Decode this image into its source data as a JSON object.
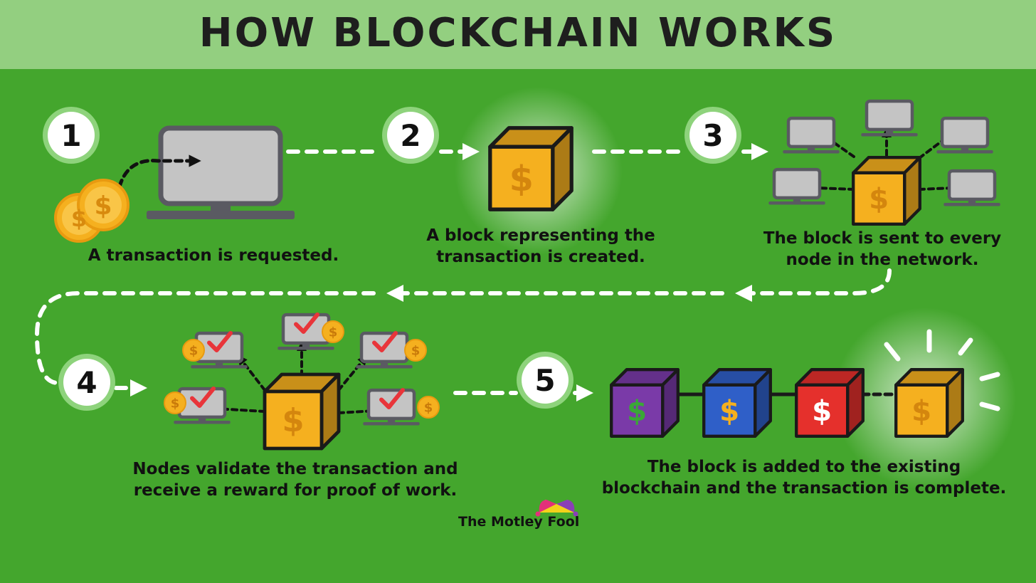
{
  "title": "HOW BLOCKCHAIN WORKS",
  "steps": [
    {
      "number": "1",
      "caption_line1": "A transaction is requested.",
      "caption_line2": ""
    },
    {
      "number": "2",
      "caption_line1": "A block representing the",
      "caption_line2": "transaction is created."
    },
    {
      "number": "3",
      "caption_line1": "The block is sent to every",
      "caption_line2": "node in the network."
    },
    {
      "number": "4",
      "caption_line1": "Nodes validate the transaction and",
      "caption_line2": "receive a reward for proof of work."
    },
    {
      "number": "5",
      "caption_line1": "The block is added to the existing",
      "caption_line2": "blockchain and the transaction is complete."
    }
  ],
  "symbols": {
    "currency": "$"
  },
  "brand": "The Motley Fool",
  "colors": {
    "background": "#44a62d",
    "header": "#93cf80",
    "block_gold": "#f5b01f",
    "chain_purple": "#7a3aa8",
    "chain_blue": "#2f5fc8",
    "chain_red": "#e5302c",
    "check_red": "#e8353a"
  }
}
